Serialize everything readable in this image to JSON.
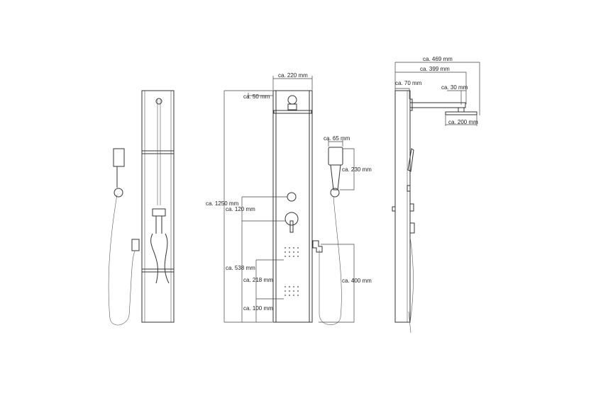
{
  "dimensions": {
    "front_width": "ca. 220 mm",
    "top_outlet": "ca. 50 mm",
    "total_height": "ca. 1250 mm",
    "knob_spacing": "ca. 120 mm",
    "mixer_height": "ca. 538 mm",
    "jet_spacing": "ca. 218 mm",
    "lower_jet_height": "ca. 100 mm",
    "hand_shower_width": "ca. 65 mm",
    "hand_shower_length": "ca. 230 mm",
    "outlet_height": "ca. 400 mm",
    "arm_total": "ca. 469 mm",
    "arm_reach": "ca. 399 mm",
    "panel_depth": "ca. 70 mm",
    "head_offset": "ca. 30 mm",
    "head_width": "ca. 200 mm"
  }
}
